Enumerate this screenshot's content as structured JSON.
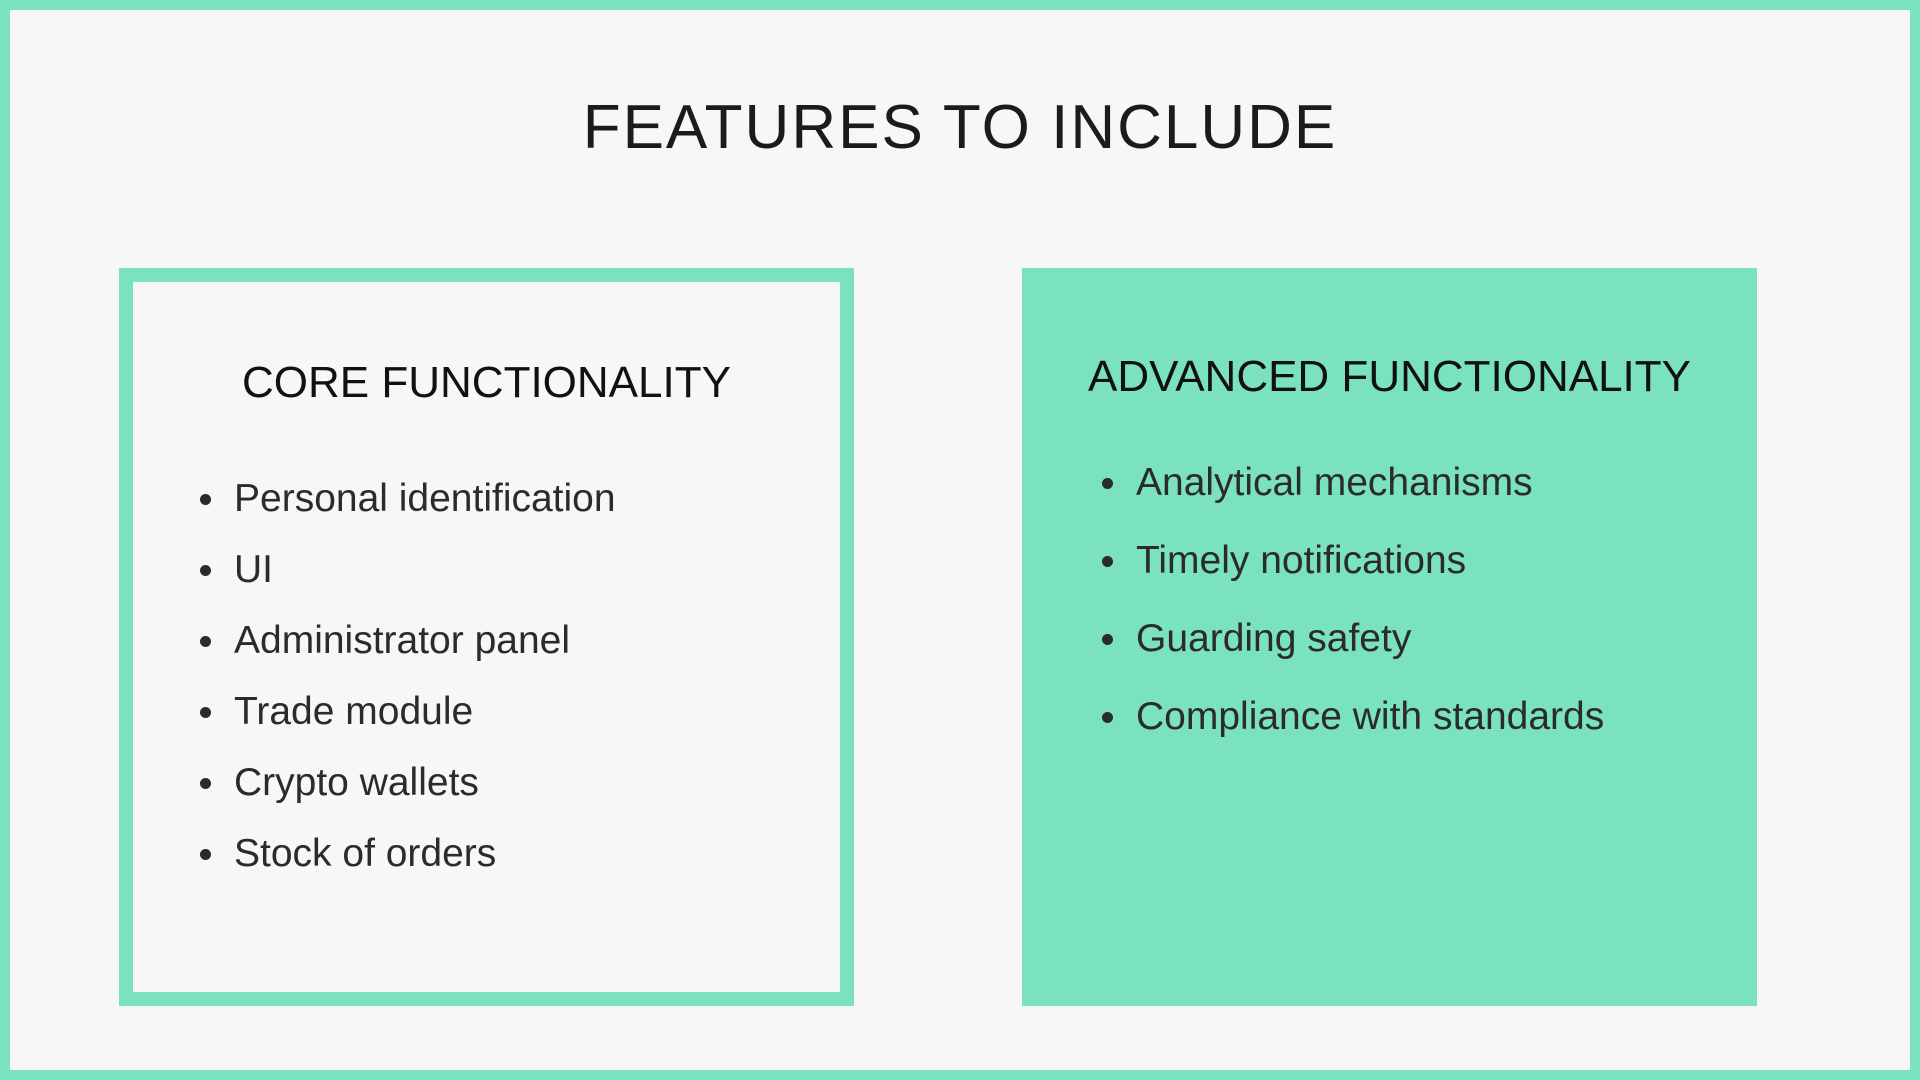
{
  "title": "FEATURES TO INCLUDE",
  "colors": {
    "accent": "#7be2c0",
    "background": "#f7f7f7",
    "text": "#1b1b1b"
  },
  "core": {
    "heading": "CORE FUNCTIONALITY",
    "items": [
      "Personal identification",
      "UI",
      "Administrator panel",
      "Trade module",
      "Crypto wallets",
      "Stock of orders"
    ]
  },
  "advanced": {
    "heading": "ADVANCED FUNCTIONALITY",
    "items": [
      "Analytical mechanisms",
      "Timely notifications",
      "Guarding safety",
      "Compliance with standards"
    ]
  }
}
